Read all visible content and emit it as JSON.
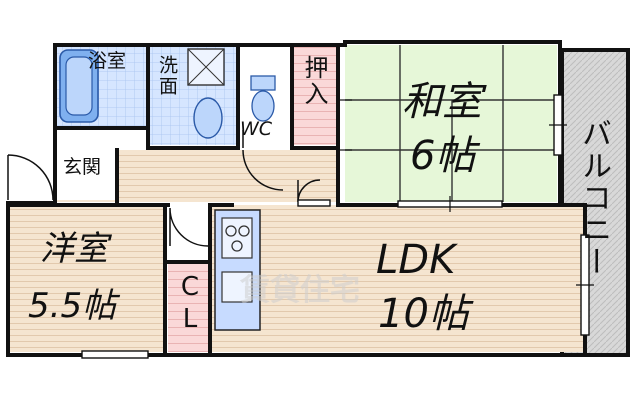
{
  "rooms": {
    "bath": "浴室",
    "washroom": "洗面",
    "wc": "WC",
    "closet_oshiire": "押入",
    "washitsu_name": "和室",
    "washitsu_size": "6帖",
    "balcony": "バルコニー",
    "entrance": "玄関",
    "youshitsu_name": "洋室",
    "youshitsu_size": "5.5帖",
    "ldk_name": "LDK",
    "ldk_size": "10帖",
    "cl": "CL"
  },
  "colors": {
    "wall": "#111111",
    "washitsu_fill": "#e6f7d8",
    "wood_fill": "#f5e5d0",
    "wet_area_fill": "#d6e6ff",
    "closet_fill": "#fad8d8",
    "balcony_fill": "#d8d8d8",
    "kitchen_fill": "#c7dbff",
    "watermark": "#cfcfcf"
  },
  "watermark_text": "賃貸住宅"
}
